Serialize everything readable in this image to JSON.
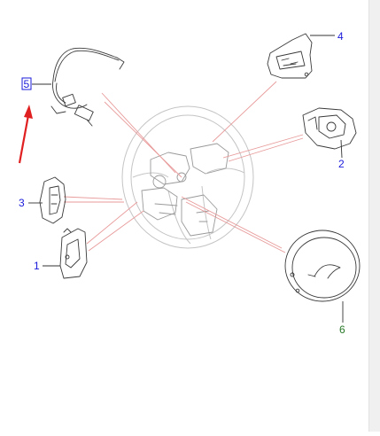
{
  "callouts": [
    {
      "id": "c1",
      "label": "1",
      "color": "#1a1adb"
    },
    {
      "id": "c2",
      "label": "2",
      "color": "#1a1adb"
    },
    {
      "id": "c3",
      "label": "3",
      "color": "#1a1adb"
    },
    {
      "id": "c4",
      "label": "4",
      "color": "#1a1adb"
    },
    {
      "id": "c5",
      "label": "5",
      "color": "#1a1adb",
      "boxed": true
    },
    {
      "id": "c6",
      "label": "6",
      "color": "#2a7a2a"
    }
  ],
  "colors": {
    "highlight_arrow": "#e02020",
    "leader_lines": "#e89a9a",
    "part_outline": "#3a3a3a"
  },
  "icons": {
    "pointer_arrow": "red-arrow-icon"
  }
}
